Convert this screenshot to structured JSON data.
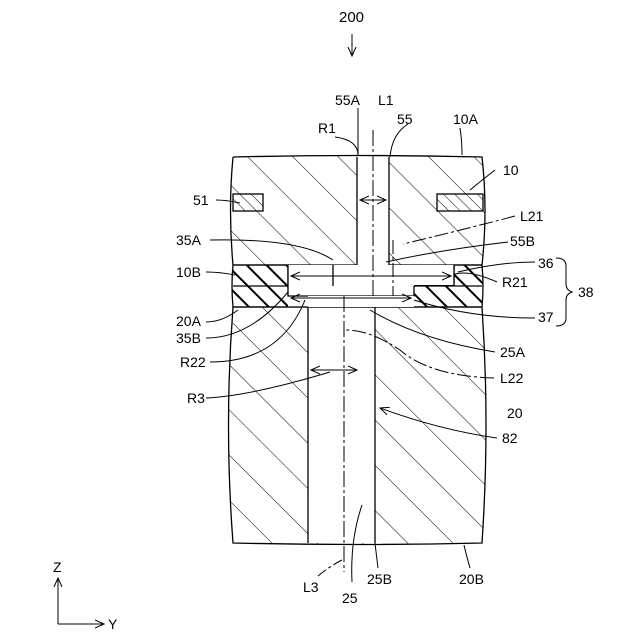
{
  "figure_label": "200",
  "labels": {
    "l_55A": "55A",
    "l_L1": "L1",
    "l_R1": "R1",
    "l_55": "55",
    "l_10A": "10A",
    "l_10": "10",
    "l_51": "51",
    "l_L21": "L21",
    "l_35A": "35A",
    "l_55B": "55B",
    "l_10B": "10B",
    "l_36": "36",
    "l_R21": "R21",
    "l_38": "38",
    "l_20A": "20A",
    "l_37": "37",
    "l_35B": "35B",
    "l_25A": "25A",
    "l_R22": "R22",
    "l_L22": "L22",
    "l_R3": "R3",
    "l_20": "20",
    "l_82": "82",
    "l_L3": "L3",
    "l_25": "25",
    "l_25B": "25B",
    "l_20B": "20B"
  },
  "axes": {
    "z": "Z",
    "y": "Y"
  }
}
